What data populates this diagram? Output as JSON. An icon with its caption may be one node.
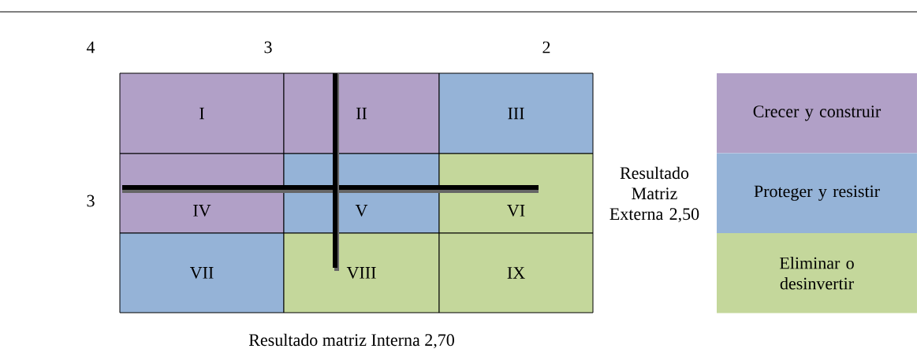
{
  "diagram": {
    "nodes": [
      {
        "text": [
          "I"
        ]
      },
      {
        "text": [
          "II"
        ]
      },
      {
        "text": [
          "III"
        ]
      },
      {
        "text": [
          "IV"
        ]
      },
      {
        "text": [
          "V"
        ]
      },
      {
        "text": [
          "VI"
        ]
      },
      {
        "text": [
          "VII"
        ]
      },
      {
        "text": [
          "VIII"
        ]
      },
      {
        "text": [
          "IX"
        ]
      }
    ],
    "labels": [
      "4",
      "3",
      "2",
      "3",
      "Resultado Matriz Externa 2,50",
      "Resultado matriz Interna 2,70"
    ],
    "legend": [
      {
        "text": "Crecer y construir",
        "color": "#b1a0c7"
      },
      {
        "text": "Proteger y resistir",
        "color": "#95b3d7"
      },
      {
        "text": "Eliminar o desinvertir",
        "color": "#c4d79b"
      }
    ]
  }
}
